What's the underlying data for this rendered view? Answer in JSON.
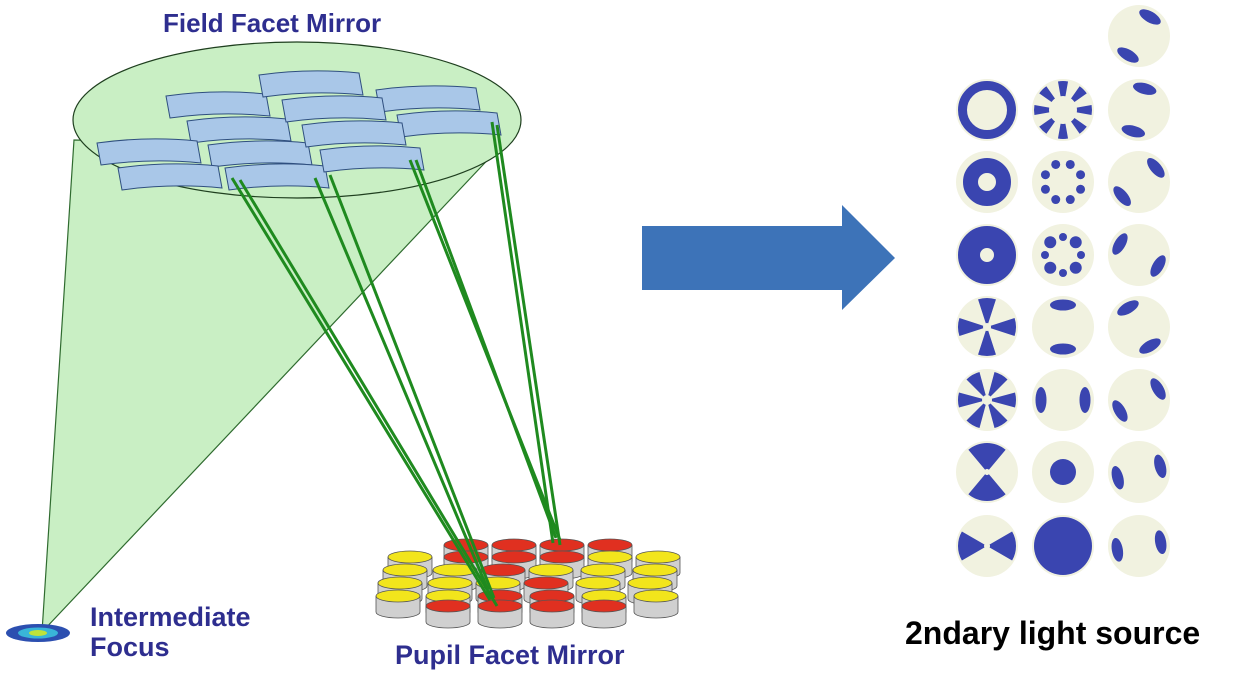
{
  "labels": {
    "field_facet_mirror": "Field Facet Mirror",
    "intermediate_focus_line1": "Intermediate",
    "intermediate_focus_line2": "Focus",
    "pupil_facet_mirror": "Pupil Facet Mirror",
    "secondary_light_source": "2ndary light source"
  },
  "colors": {
    "label_text": "#2e2e8f",
    "caption_text": "#000000",
    "cone_fill": "#c9efc4",
    "facet_fill": "#a9c7e8",
    "ray": "#1f8a1f",
    "arrow": "#3d73b8",
    "pupil_disk_bg": "#f1f2e0",
    "illumination": "#3a45b0",
    "pupil_red": "#e03020",
    "pupil_yellow": "#f2e51c",
    "pupil_grey": "#d0d0d0"
  },
  "pupil_grid": {
    "columns": 3,
    "rows": [
      [
        "",
        "",
        "dipole-top-right"
      ],
      [
        "annular-ring-thin",
        "octopole-small",
        "dipole-steep"
      ],
      [
        "annular-ring-thick",
        "octopole-dots",
        "dipole-diagonal"
      ],
      [
        "annular-ring-wide",
        "quadrupole-dots",
        "dipole-left-right-lower"
      ],
      [
        "quasar-cross",
        "dipole-top-bottom",
        "dipole-left-right-upper"
      ],
      [
        "quasar-six",
        "dipole-left-right",
        "dipole-upper-right"
      ],
      [
        "bowtie-vertical",
        "conventional-disk",
        "dipole-right-lower"
      ],
      [
        "bowtie-horizontal",
        "conventional-full",
        "dipole-right-side"
      ]
    ]
  }
}
